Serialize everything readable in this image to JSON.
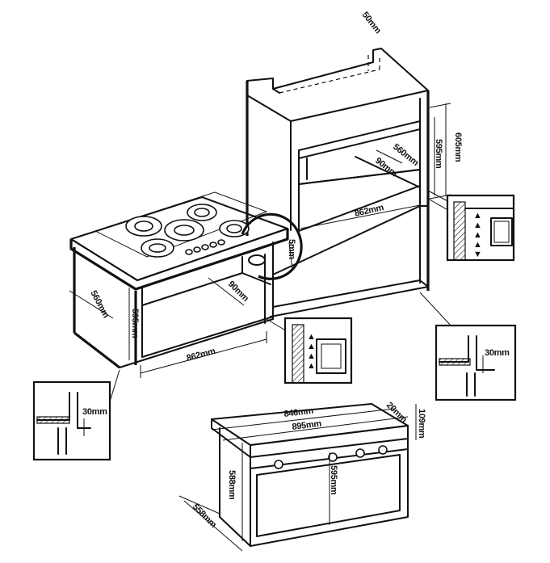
{
  "dimensions": {
    "cabinet_top_gap": "50mm",
    "tall_depth": "560mm",
    "tall_opening_height": "595mm",
    "tall_total_height": "605mm",
    "tall_back_gap": "90mm",
    "tall_width": "862mm",
    "hob_gap": "5mm",
    "base_depth": "560mm",
    "base_height": "595mm",
    "base_back_gap": "90mm",
    "base_width": "862mm",
    "plinth_left": "30mm",
    "plinth_right": "30mm",
    "oven_inner_width": "846mm",
    "oven_outer_width": "895mm",
    "oven_panel_depth": "20mm",
    "oven_panel_height": "109mm",
    "oven_body_height": "588mm",
    "oven_front_height": "595mm",
    "oven_depth": "558mm"
  }
}
